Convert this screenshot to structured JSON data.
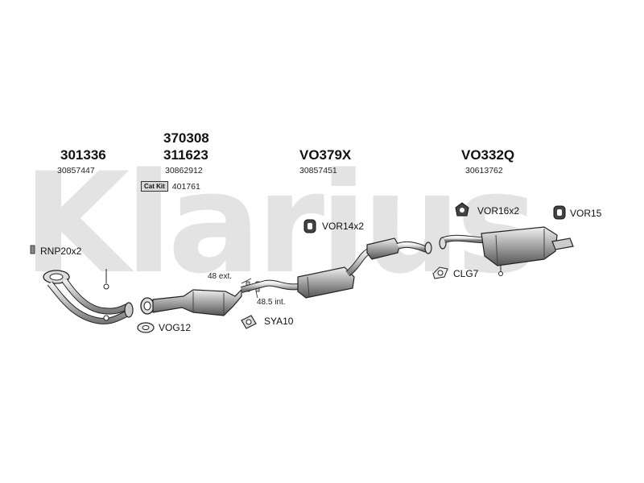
{
  "watermark": {
    "text": "Klarius"
  },
  "groups": {
    "g1": {
      "code": "301336",
      "oem": "30857447"
    },
    "g2": {
      "code_top": "370308",
      "code": "311623",
      "oem": "30862912"
    },
    "g3": {
      "code": "VO379X",
      "oem": "30857451"
    },
    "g4": {
      "code": "VO332Q",
      "oem": "30613762"
    }
  },
  "cat_kit": {
    "badge": "Cat Kit",
    "number": "401761"
  },
  "fittings": {
    "rnp": "RNP20x2",
    "vog": "VOG12",
    "sya": "SYA10",
    "vor14": "VOR14x2",
    "clg": "CLG7",
    "vor16": "VOR16x2",
    "vor15": "VOR15"
  },
  "dimensions": {
    "ext": "48 ext.",
    "int": "48.5 int."
  }
}
